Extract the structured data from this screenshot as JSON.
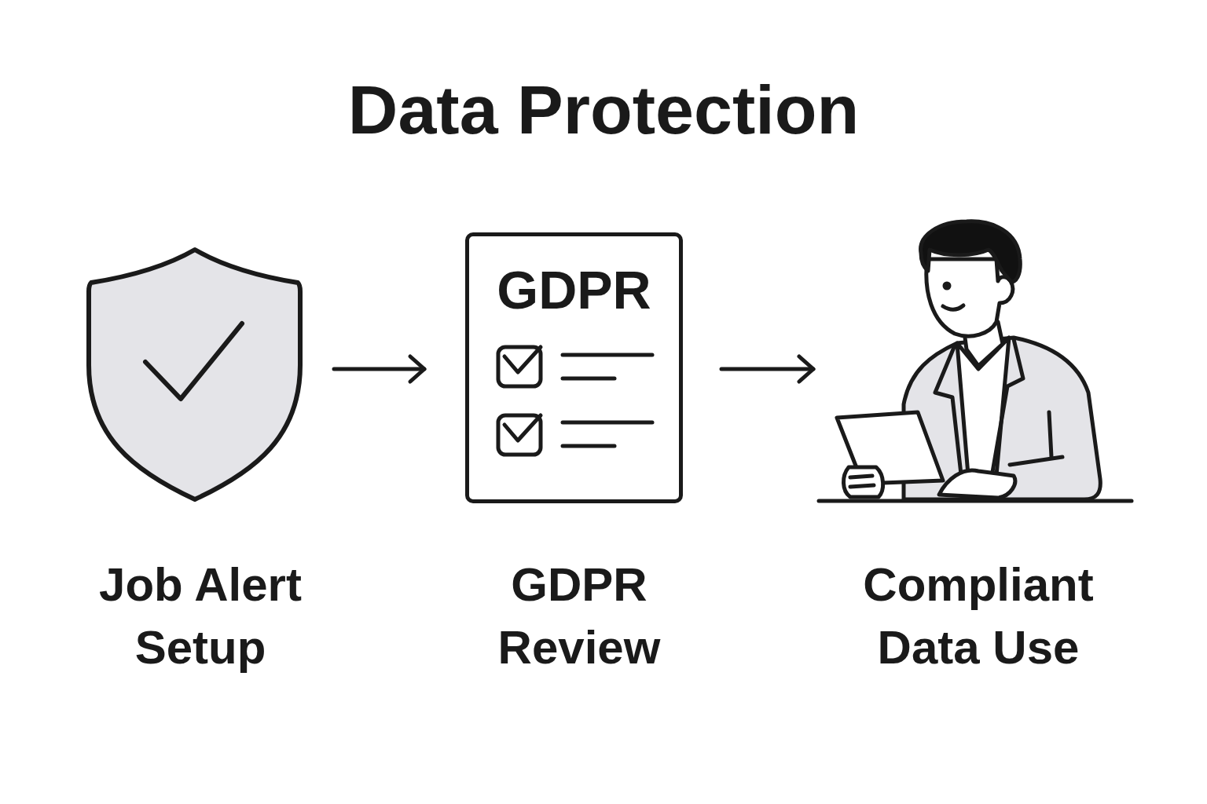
{
  "diagram": {
    "title": "Data Protection",
    "nodes": [
      {
        "text": [
          "Job Alert Setup"
        ]
      },
      {
        "text": [
          "GDPR",
          "GDPR Review"
        ]
      },
      {
        "text": [
          "Compliant Data Use"
        ]
      }
    ],
    "edges": [
      {
        "from": 0,
        "to": 1,
        "arrow": "to"
      },
      {
        "from": 1,
        "to": 2,
        "arrow": "to"
      }
    ]
  }
}
